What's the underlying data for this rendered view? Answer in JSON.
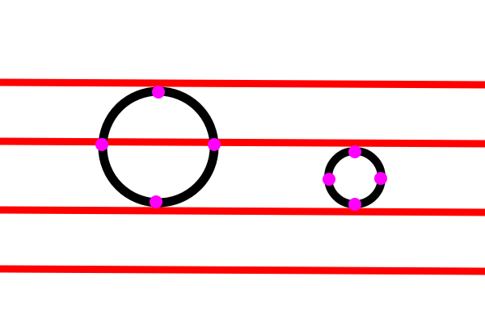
{
  "colors": {
    "background": "#ffffff",
    "line": "#ff0000",
    "circle_stroke": "#000000",
    "point": "#ff00ff"
  },
  "counts": {
    "lines": 4,
    "circles": 2,
    "points_per_circle": 4
  }
}
